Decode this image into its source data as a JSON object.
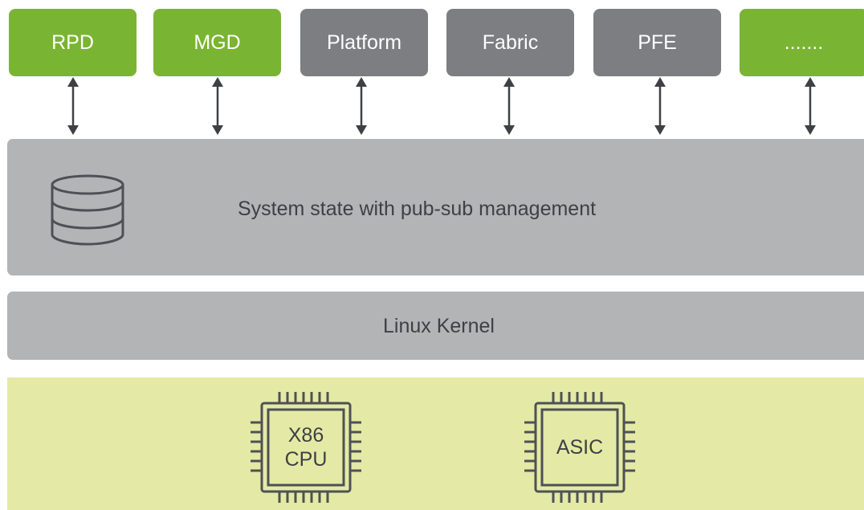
{
  "modules": [
    {
      "label": "RPD",
      "color": "#7ab433"
    },
    {
      "label": "MGD",
      "color": "#7ab433"
    },
    {
      "label": "Platform",
      "color": "#7c7e81"
    },
    {
      "label": "Fabric",
      "color": "#7c7e81"
    },
    {
      "label": "PFE",
      "color": "#7c7e81"
    },
    {
      "label": ".......",
      "color": "#7ab433"
    }
  ],
  "system_state": {
    "label": "System state with pub-sub management",
    "icon": "database-icon"
  },
  "kernel": {
    "label": "Linux Kernel"
  },
  "hardware": {
    "cpu": {
      "line1": "X86",
      "line2": "CPU",
      "icon": "chip-icon"
    },
    "asic": {
      "label": "ASIC",
      "icon": "chip-icon"
    }
  },
  "colors": {
    "green": "#7ab433",
    "gray": "#7c7e81",
    "band": "#b2b4b5",
    "hardware_band": "#e4eaa6",
    "text_dark": "#3e4043"
  }
}
